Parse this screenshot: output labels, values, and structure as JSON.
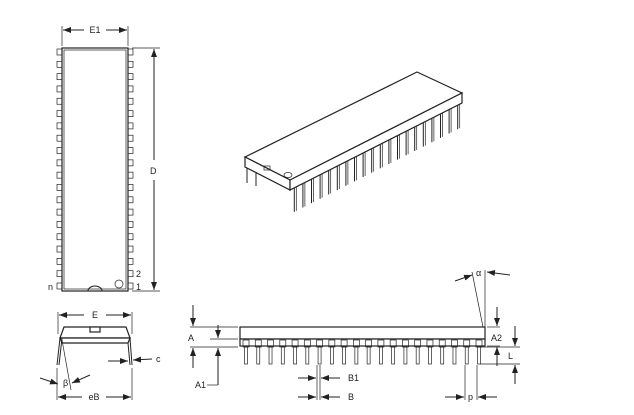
{
  "diagram": {
    "pin_count": 40,
    "top_view": {
      "width_label": "E1",
      "length_label": "D",
      "pin_labels": [
        "n",
        "2",
        "1"
      ]
    },
    "end_view": {
      "width_label": "E",
      "row_spacing_label": "eB",
      "lead_thickness_label": "c",
      "angle_label": "β"
    },
    "side_view": {
      "labels": {
        "overall_height": "A",
        "standoff": "A1",
        "body_height": "A2",
        "lead_length": "L",
        "upper_lead_width": "B1",
        "lead_width": "B",
        "pitch": "p",
        "angle": "α"
      }
    }
  }
}
